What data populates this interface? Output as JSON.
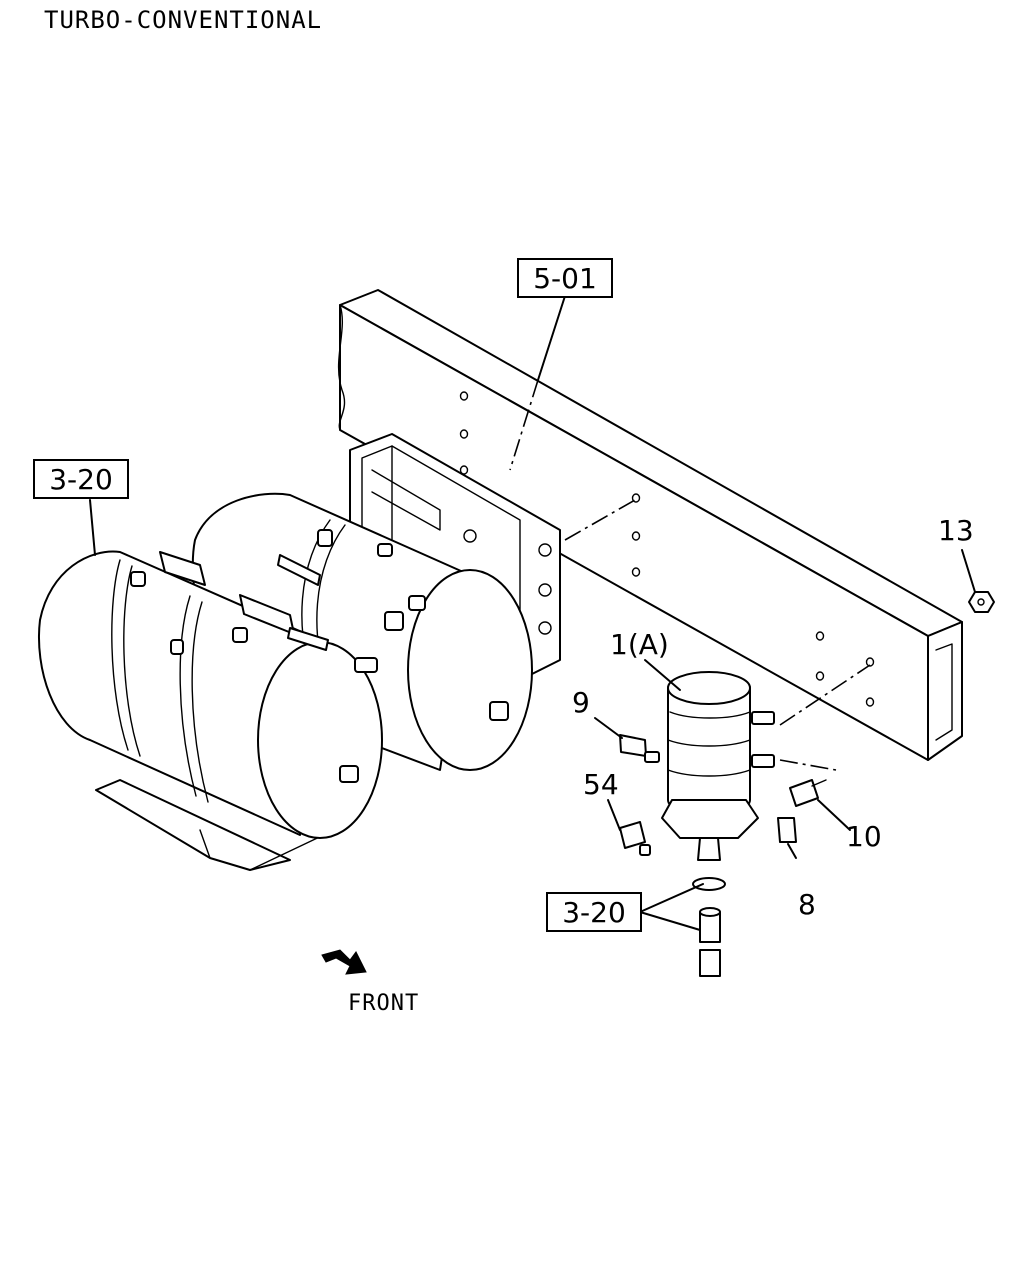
{
  "header": {
    "title": "TURBO-CONVENTIONAL"
  },
  "references": {
    "frame": "5-01",
    "tanks": "3-20",
    "hoses": "3-20"
  },
  "callouts": {
    "dryer": "1(A)",
    "fitting_9": "9",
    "fitting_54": "54",
    "fitting_8": "8",
    "bolt_10": "10",
    "nut_13": "13"
  },
  "direction": {
    "front_label": "FRONT"
  }
}
